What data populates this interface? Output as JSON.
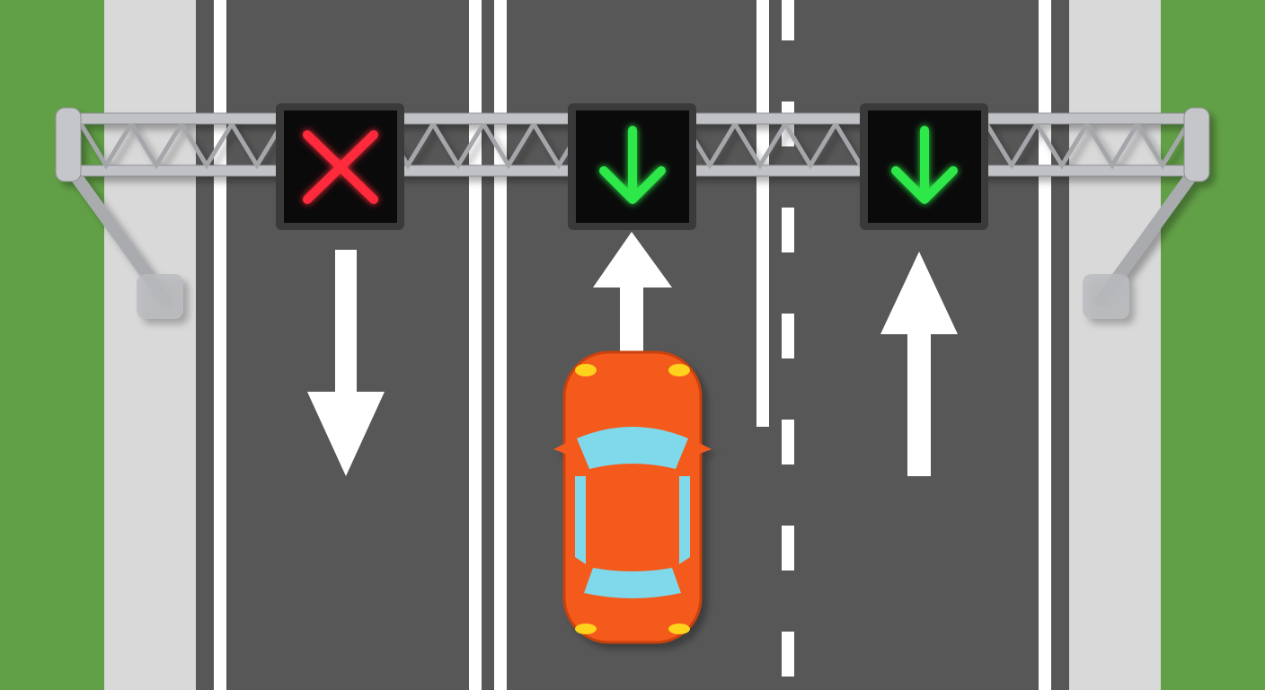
{
  "scene": {
    "colors": {
      "grass": "#62a047",
      "sidewalk": "#d9d9d9",
      "road": "#575757",
      "lane_marking": "#ffffff",
      "gantry": "#b4b6ba",
      "sign_background": "#0a0a0a",
      "red_signal": "#ff2a3a",
      "green_signal": "#2ee84a",
      "car_body": "#f45a1f",
      "car_glass": "#7fd9ea",
      "car_lights": "#ffd21a"
    },
    "signals": [
      {
        "lane": 1,
        "state": "closed",
        "icon": "red-x-icon"
      },
      {
        "lane": 2,
        "state": "open",
        "icon": "green-down-arrow-icon"
      },
      {
        "lane": 3,
        "state": "open",
        "icon": "green-down-arrow-icon"
      }
    ],
    "road_arrows": [
      {
        "lane": 1,
        "direction": "down"
      },
      {
        "lane": 2,
        "direction": "up"
      },
      {
        "lane": 3,
        "direction": "up"
      }
    ]
  }
}
